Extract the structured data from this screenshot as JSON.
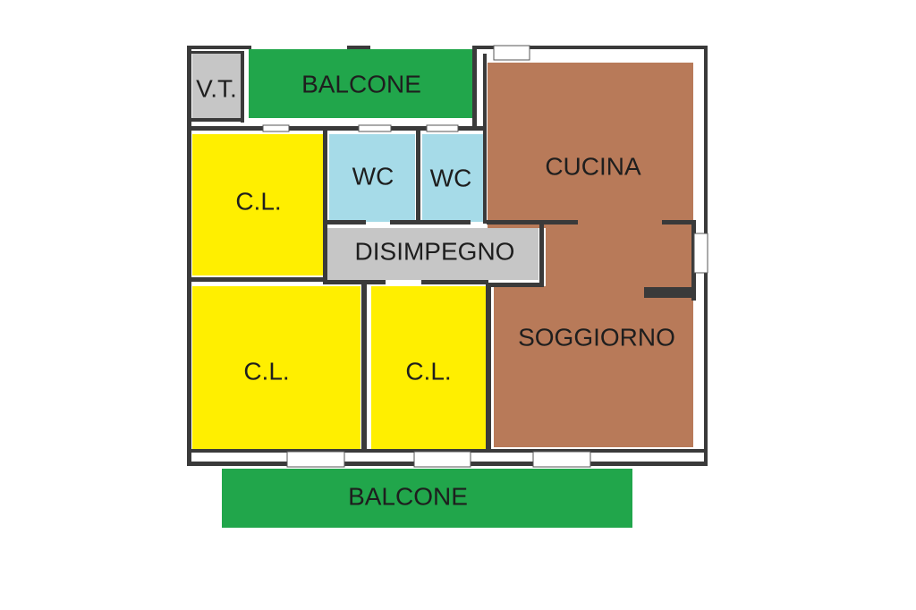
{
  "colors": {
    "balcony": "#21a64b",
    "bedroom": "#ffef00",
    "bathroom": "#a6dbe8",
    "kitchen_living": "#b87a59",
    "utility": "#c6c6c6",
    "wall": "#3a3a3a"
  },
  "rooms": {
    "vt": "V.T.",
    "balcone_top": "BALCONE",
    "cl_top": "C.L.",
    "wc_1": "WC",
    "wc_2": "WC",
    "cucina": "CUCINA",
    "disimpegno": "DISIMPEGNO",
    "soggiorno": "SOGGIORNO",
    "cl_bottom_left": "C.L.",
    "cl_bottom_mid": "C.L.",
    "balcone_bottom": "BALCONE"
  }
}
